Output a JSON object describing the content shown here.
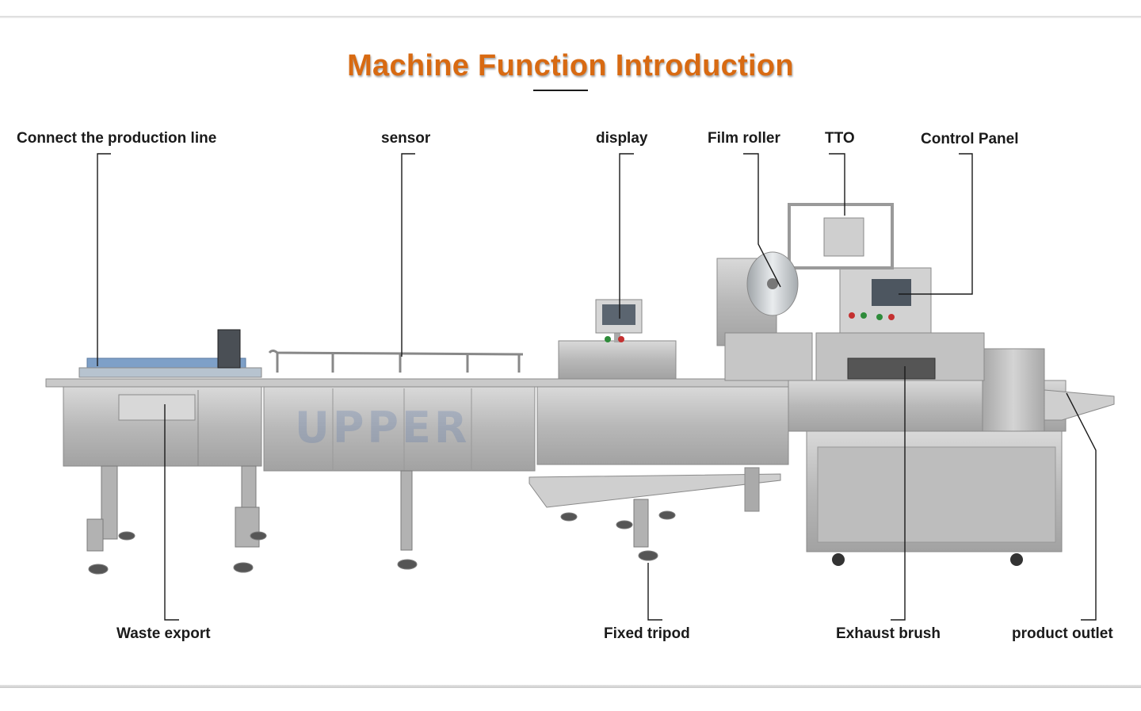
{
  "title": "Machine Function Introduction",
  "accent_color": "#d86a12",
  "watermark": "UPPER",
  "labels": {
    "connect_production_line": "Connect the production line",
    "sensor": "sensor",
    "display": "display",
    "film_roller": "Film roller",
    "tto": "TTO",
    "control_panel": "Control Panel",
    "waste_export": "Waste export",
    "fixed_tripod": "Fixed tripod",
    "exhaust_brush": "Exhaust brush",
    "product_outlet": "product outlet"
  }
}
